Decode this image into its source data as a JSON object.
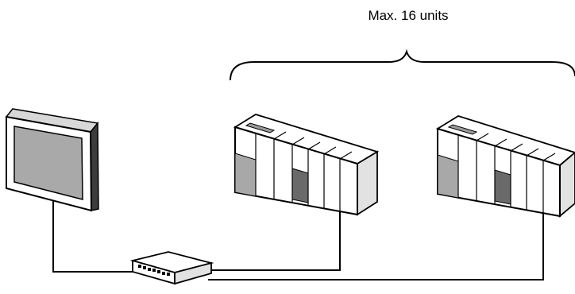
{
  "annotation": {
    "text": "Max. 16 units"
  },
  "devices": {
    "display": "display-terminal",
    "hub": "network-hub",
    "plc_units": [
      "plc-unit",
      "plc-unit"
    ]
  },
  "colors": {
    "line": "#000000",
    "body": "#ffffff",
    "light_gray": "#e2e2e2",
    "mid_gray": "#a8a8a8",
    "dark_gray": "#6a6a6a",
    "screen": "#a9a9a9"
  }
}
